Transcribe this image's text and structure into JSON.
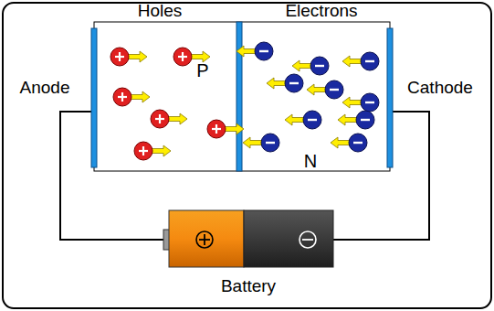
{
  "diagram": {
    "labels": [
      "Holes",
      "Electrons",
      "Anode",
      "P",
      "N",
      "Cathode",
      "Battery"
    ]
  }
}
